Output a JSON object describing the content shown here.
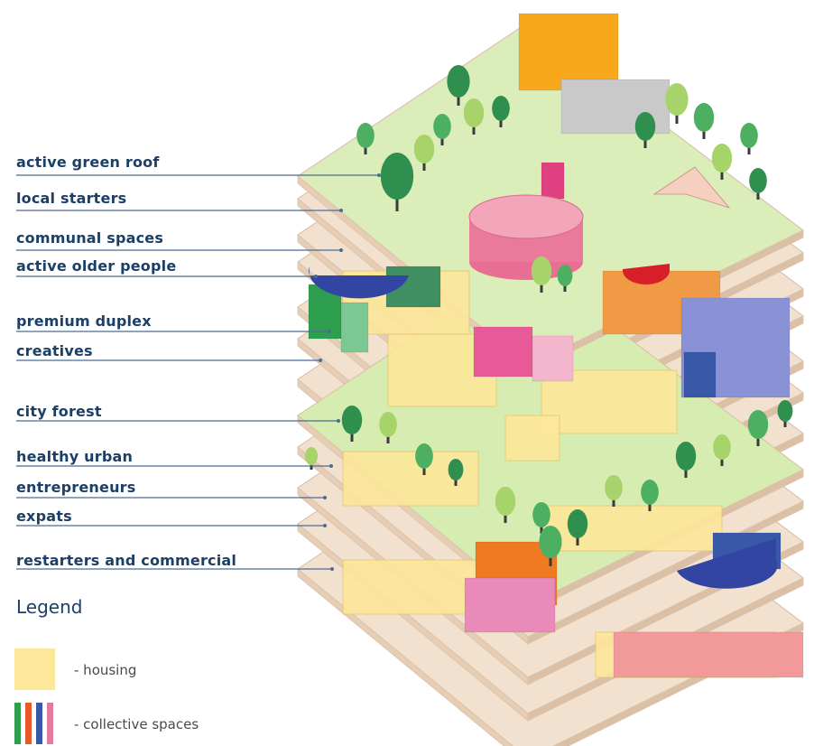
{
  "floor_labels": [
    "active green roof",
    "local starters",
    "communal spaces",
    "active older people",
    "premium duplex",
    "creatives",
    "city forest",
    "healthy urban",
    "entrepreneurs",
    "expats",
    "restarters and commercial"
  ],
  "legend": {
    "title": "Legend",
    "items": [
      {
        "label": "- housing",
        "color": "#fde79a"
      },
      {
        "label": "- collective spaces",
        "colors": [
          "#2e9e4f",
          "#e85a2a",
          "#3a58a8",
          "#e27aa0"
        ]
      }
    ]
  },
  "colors": {
    "label_text": "#1b3f66",
    "leader_line": "#4a6c93",
    "slab": "#f3e1cf",
    "slab_edge": "#d9c3ad",
    "roof_green": "#dbeeb9",
    "housing": "#fde79a",
    "tree_dark": "#2f8f4e",
    "tree_light": "#a7d36b"
  }
}
